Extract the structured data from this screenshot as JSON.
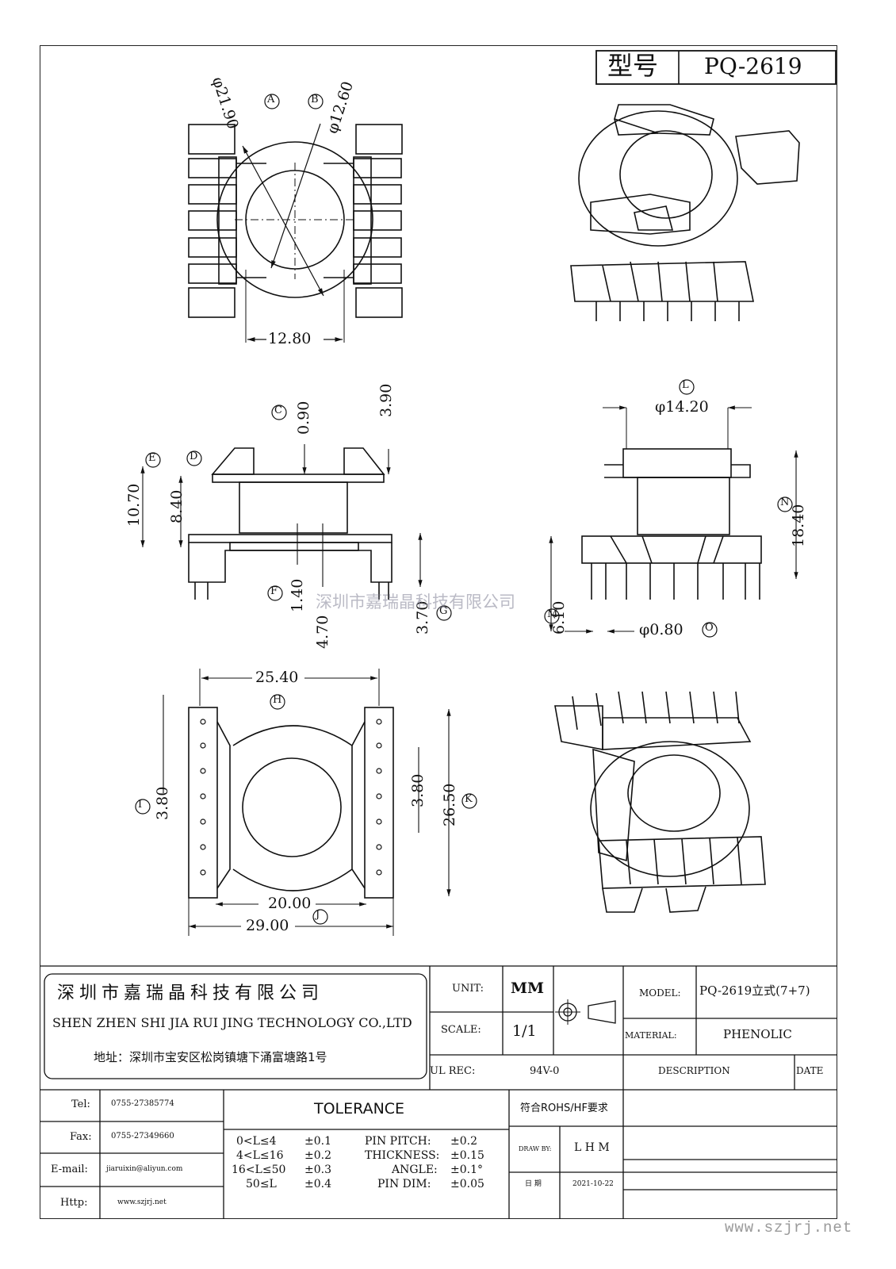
{
  "header": {
    "type_label": "型号",
    "type_value": "PQ-2619"
  },
  "dimensions": {
    "dia_a": "φ21.90",
    "marker_a": "A",
    "dia_b": "φ12.60",
    "marker_b": "B",
    "w_12_80": "12.80",
    "c_0_90": "0.90",
    "marker_c": "C",
    "h_3_90": "3.90",
    "marker_d": "D",
    "marker_e": "E",
    "h_10_70": "10.70",
    "h_8_40": "8.40",
    "f_1_40": "1.40",
    "marker_f": "F",
    "h_4_70": "4.70",
    "g_3_70": "3.70",
    "marker_g": "G",
    "l_14_20": "φ14.20",
    "marker_l": "L",
    "n_18_40": "18.40",
    "marker_n": "N",
    "m_6_10": "6.10",
    "marker_m": "M",
    "o_0_80": "φ0.80",
    "marker_o": "O",
    "h_25_40": "25.40",
    "marker_h": "H",
    "i_3_80": "3.80",
    "marker_i": "I",
    "j_3_80": "3.80",
    "k_26_50": "26.50",
    "marker_k": "K",
    "w_20_00": "20.00",
    "w_29_00": "29.00",
    "marker_j": "J"
  },
  "company": {
    "name_cn": "深圳市嘉瑞晶科技有限公司",
    "name_en": "SHEN ZHEN SHI   JIA RUI JING   TECHNOLOGY CO.,LTD",
    "address": "地址：深圳市宝安区松岗镇塘下涌富塘路1号"
  },
  "spec": {
    "unit_label": "UNIT:",
    "unit_value": "MM",
    "scale_label": "SCALE:",
    "scale_value": "1/1",
    "ul_label": "UL REC:",
    "ul_value": "94V-0",
    "model_label": "MODEL:",
    "model_value": "PQ-2619立式(7+7)",
    "material_label": "MATERIAL:",
    "material_value": "PHENOLIC",
    "description_label": "DESCRIPTION",
    "date_label": "DATE"
  },
  "contact": {
    "tel_label": "Tel:",
    "tel_value": "0755-27385774",
    "fax_label": "Fax:",
    "fax_value": "0755-27349660",
    "email_label": "E-mail:",
    "email_value": "jiaruixin@aliyun.com",
    "http_label": "Http:",
    "http_value": "www.szjrj.net"
  },
  "tolerance": {
    "title": "TOLERANCE",
    "rows": [
      {
        "range": "0<L≤4",
        "value": "±0.1"
      },
      {
        "range": "4<L≤16",
        "value": "±0.2"
      },
      {
        "range": "16<L≤50",
        "value": "±0.3"
      },
      {
        "range": "50≤L",
        "value": "±0.4"
      }
    ],
    "pin_rows": [
      {
        "label": "PIN PITCH:",
        "value": "±0.2"
      },
      {
        "label": "THICKNESS:",
        "value": "±0.15"
      },
      {
        "label": "ANGLE:",
        "value": "±0.1°"
      },
      {
        "label": "PIN DIM:",
        "value": "±0.05"
      }
    ]
  },
  "approval": {
    "rohs": "符合ROHS/HF要求",
    "draw_label": "DRAW BY:",
    "draw_value": "L H M",
    "date_label": "日 期",
    "date_value": "2021-10-22"
  },
  "watermarks": {
    "center": "深圳市嘉瑞晶科技有限公司",
    "corner": "www.szjrj.net"
  }
}
